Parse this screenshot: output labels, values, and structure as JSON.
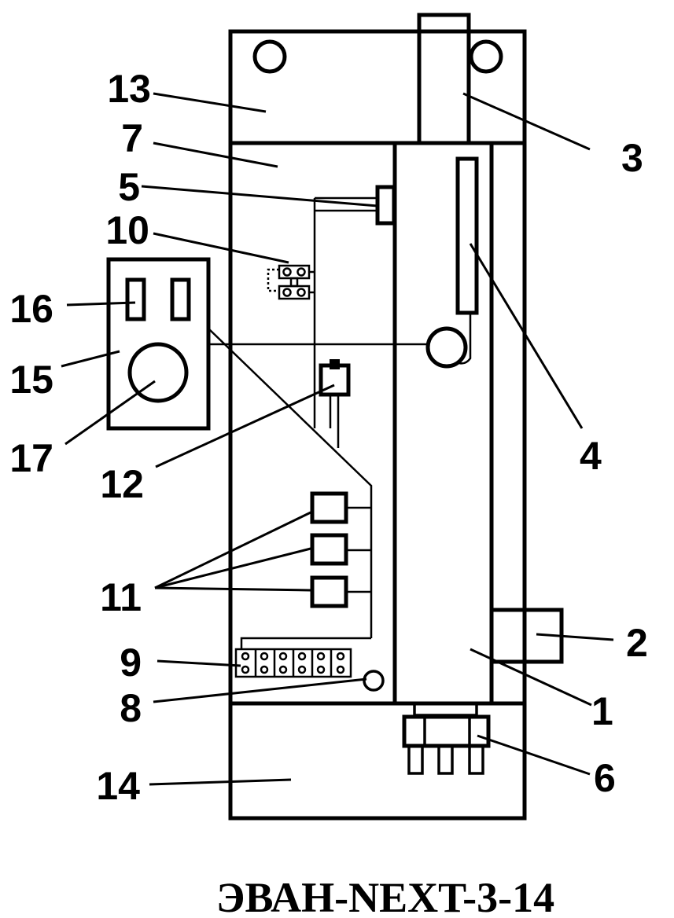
{
  "title": "ЭВАН-NEXT-3-14",
  "labels": {
    "n1": "1",
    "n2": "2",
    "n3": "3",
    "n4": "4",
    "n5": "5",
    "n6": "6",
    "n7": "7",
    "n8": "8",
    "n9": "9",
    "n10": "10",
    "n11": "11",
    "n12": "12",
    "n13": "13",
    "n14": "14",
    "n15": "15",
    "n16": "16",
    "n17": "17"
  }
}
